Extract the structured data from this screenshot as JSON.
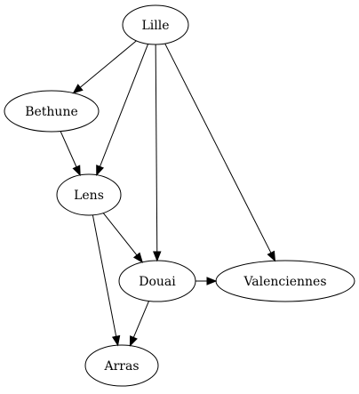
{
  "graph": {
    "nodes": [
      {
        "id": "lille",
        "label": "Lille"
      },
      {
        "id": "bethune",
        "label": "Bethune"
      },
      {
        "id": "lens",
        "label": "Lens"
      },
      {
        "id": "douai",
        "label": "Douai"
      },
      {
        "id": "valenciennes",
        "label": "Valenciennes"
      },
      {
        "id": "arras",
        "label": "Arras"
      }
    ],
    "edges": [
      {
        "from": "lille",
        "to": "bethune"
      },
      {
        "from": "lille",
        "to": "lens"
      },
      {
        "from": "lille",
        "to": "douai"
      },
      {
        "from": "lille",
        "to": "valenciennes"
      },
      {
        "from": "bethune",
        "to": "lens"
      },
      {
        "from": "lens",
        "to": "douai"
      },
      {
        "from": "lens",
        "to": "arras"
      },
      {
        "from": "douai",
        "to": "valenciennes"
      },
      {
        "from": "douai",
        "to": "arras"
      }
    ]
  }
}
